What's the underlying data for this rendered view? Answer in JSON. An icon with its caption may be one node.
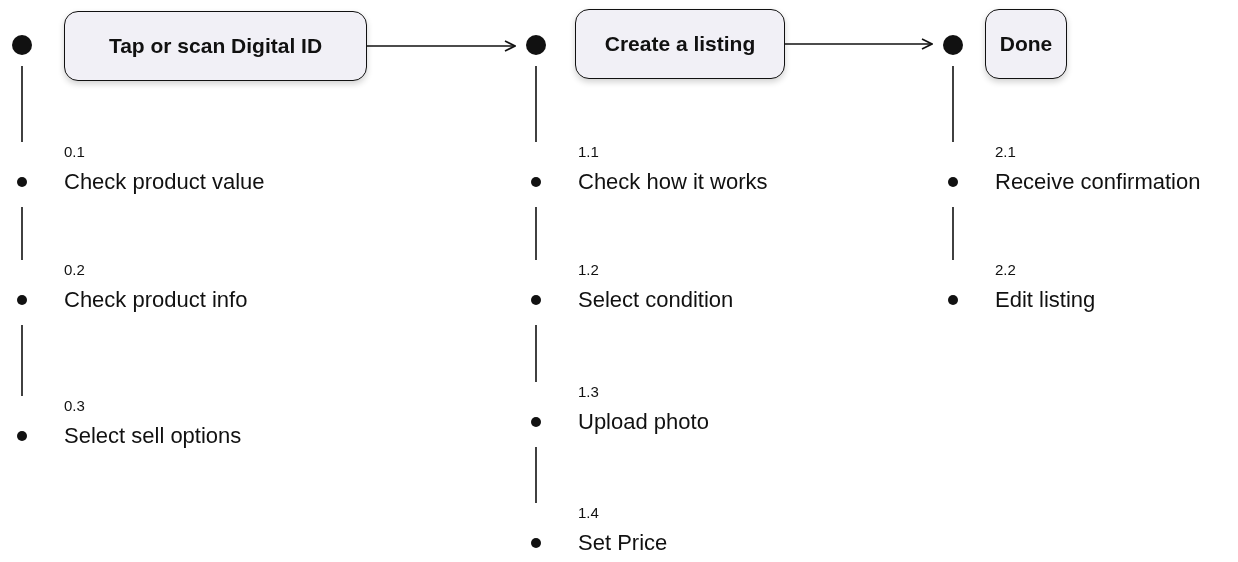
{
  "diagram": {
    "nodes": [
      {
        "text": [],
        "shape": "circle"
      },
      {
        "text": [
          "Tap or scan Digital ID"
        ]
      },
      {
        "text": [
          "0.1",
          "Check product value"
        ]
      },
      {
        "text": [
          "0.2",
          "Check product info"
        ]
      },
      {
        "text": [
          "0.3",
          "Select sell options"
        ]
      },
      {
        "text": [],
        "shape": "circle"
      },
      {
        "text": [
          "Create a listing"
        ]
      },
      {
        "text": [
          "1.1",
          "Check how it works"
        ]
      },
      {
        "text": [
          "1.2",
          "Select condition"
        ]
      },
      {
        "text": [
          "1.3",
          "Upload photo"
        ]
      },
      {
        "text": [
          "1.4",
          "Set Price"
        ]
      },
      {
        "text": [],
        "shape": "circle"
      },
      {
        "text": [
          "Done"
        ]
      },
      {
        "text": [
          "2.1",
          "Receive confirmation"
        ]
      },
      {
        "text": [
          "2.2",
          "Edit listing"
        ]
      }
    ],
    "edges": [
      {
        "from": 1,
        "to": 5,
        "arrow": "to"
      },
      {
        "from": 6,
        "to": 11,
        "arrow": "to"
      },
      {
        "from": 0,
        "to": 2,
        "arrow": "none"
      },
      {
        "from": 2,
        "to": 3,
        "arrow": "none"
      },
      {
        "from": 3,
        "to": 4,
        "arrow": "none"
      },
      {
        "from": 5,
        "to": 7,
        "arrow": "none"
      },
      {
        "from": 7,
        "to": 8,
        "arrow": "none"
      },
      {
        "from": 8,
        "to": 9,
        "arrow": "none"
      },
      {
        "from": 9,
        "to": 10,
        "arrow": "none"
      },
      {
        "from": 11,
        "to": 13,
        "arrow": "none"
      },
      {
        "from": 13,
        "to": 14,
        "arrow": "none"
      }
    ]
  }
}
